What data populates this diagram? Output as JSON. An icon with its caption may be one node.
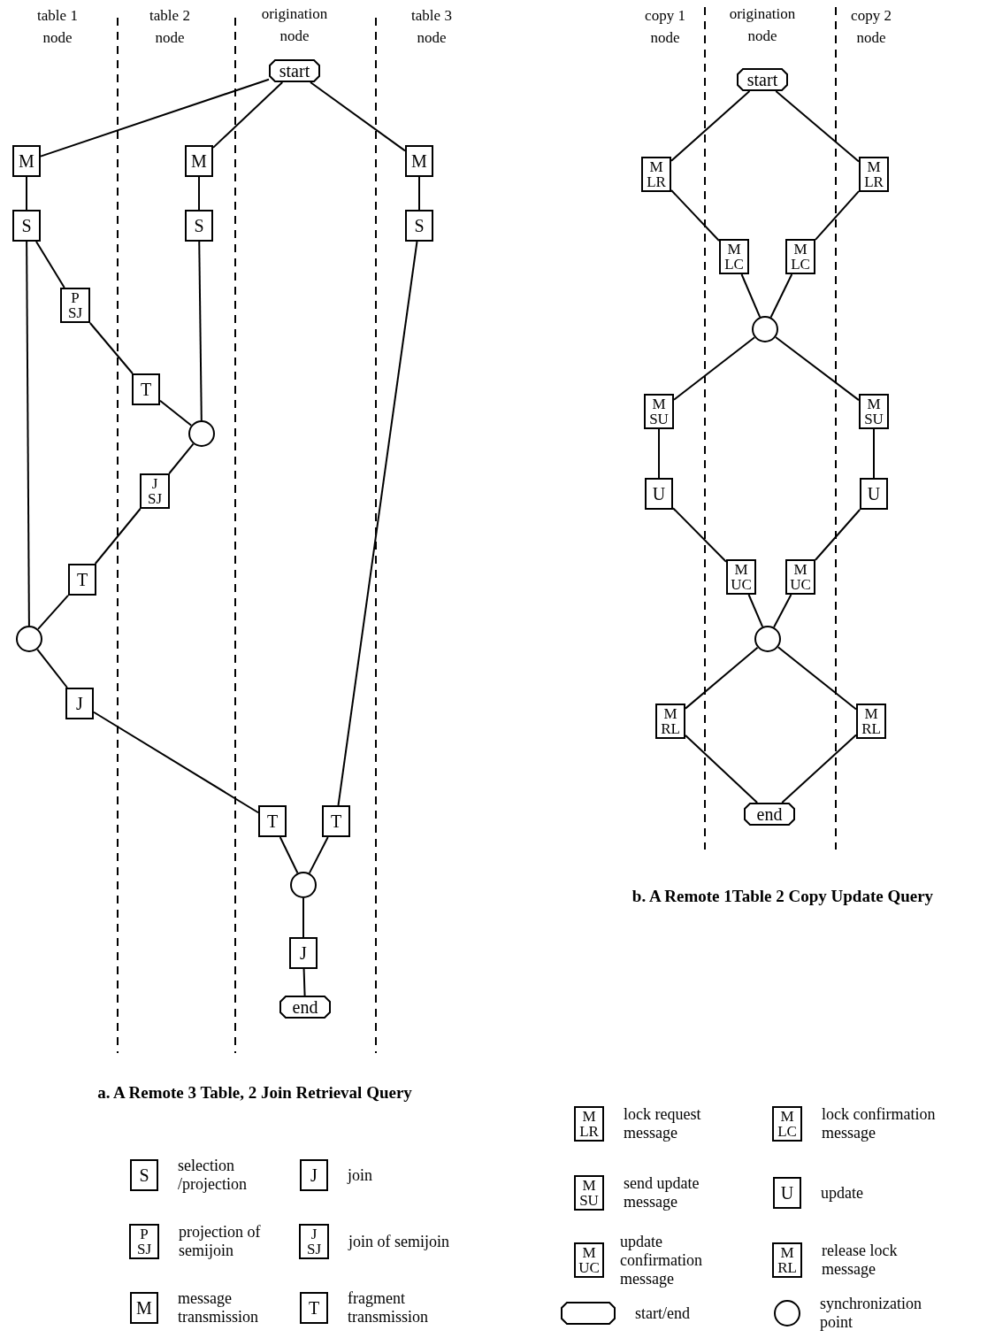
{
  "diagram": {
    "nodes": [
      {
        "text": [
          "start"
        ]
      },
      {
        "text": [
          "M"
        ]
      },
      {
        "text": [
          "M"
        ]
      },
      {
        "text": [
          "M"
        ]
      },
      {
        "text": [
          "S"
        ]
      },
      {
        "text": [
          "S"
        ]
      },
      {
        "text": [
          "S"
        ]
      },
      {
        "text": [
          "P",
          "SJ"
        ]
      },
      {
        "text": [
          "T"
        ]
      },
      {
        "text": [],
        "shape": "circle"
      },
      {
        "text": [
          "J",
          "SJ"
        ]
      },
      {
        "text": [
          "T"
        ]
      },
      {
        "text": [],
        "shape": "circle"
      },
      {
        "text": [
          "J"
        ]
      },
      {
        "text": [
          "T"
        ]
      },
      {
        "text": [
          "T"
        ]
      },
      {
        "text": [],
        "shape": "circle"
      },
      {
        "text": [
          "J"
        ]
      },
      {
        "text": [
          "end"
        ]
      },
      {
        "text": [
          "start"
        ]
      },
      {
        "text": [
          "M",
          "LR"
        ]
      },
      {
        "text": [
          "M",
          "LR"
        ]
      },
      {
        "text": [
          "M",
          "LC"
        ]
      },
      {
        "text": [
          "M",
          "LC"
        ]
      },
      {
        "text": [],
        "shape": "circle"
      },
      {
        "text": [
          "M",
          "SU"
        ]
      },
      {
        "text": [
          "M",
          "SU"
        ]
      },
      {
        "text": [
          "U"
        ]
      },
      {
        "text": [
          "U"
        ]
      },
      {
        "text": [
          "M",
          "UC"
        ]
      },
      {
        "text": [
          "M",
          "UC"
        ]
      },
      {
        "text": [],
        "shape": "circle"
      },
      {
        "text": [
          "M",
          "RL"
        ]
      },
      {
        "text": [
          "M",
          "RL"
        ]
      },
      {
        "text": [
          "end"
        ]
      },
      {
        "text": [
          "S"
        ],
        "beside": [
          "selection /projection"
        ]
      },
      {
        "text": [
          "J"
        ],
        "beside": [
          "join"
        ]
      },
      {
        "text": [
          "P",
          "SJ"
        ],
        "beside": [
          "projection of semijoin"
        ]
      },
      {
        "text": [
          "J",
          "SJ"
        ],
        "beside": [
          "join of semijoin"
        ]
      },
      {
        "text": [
          "M"
        ],
        "beside": [
          "message transmission"
        ]
      },
      {
        "text": [
          "T"
        ],
        "beside": [
          "fragment transmission"
        ]
      },
      {
        "text": [
          "M",
          "LR"
        ],
        "beside": [
          "lock request message"
        ]
      },
      {
        "text": [
          "M",
          "LC"
        ],
        "beside": [
          "lock confirmation message"
        ]
      },
      {
        "text": [
          "M",
          "SU"
        ],
        "beside": [
          "send update message"
        ]
      },
      {
        "text": [
          "U"
        ],
        "beside": [
          "update"
        ]
      },
      {
        "text": [
          "M",
          "UC"
        ],
        "beside": [
          "update confirmation message"
        ]
      },
      {
        "text": [
          "M",
          "RL"
        ],
        "beside": [
          "release lock message"
        ]
      },
      {
        "text": [],
        "shape": "octagon",
        "beside": [
          "start/end"
        ]
      },
      {
        "text": [],
        "shape": "circle",
        "beside": [
          "synchronization point"
        ]
      }
    ],
    "edges": [
      {
        "from": 0,
        "to": 1,
        "arrow": "none"
      },
      {
        "from": 0,
        "to": 2,
        "arrow": "none"
      },
      {
        "from": 0,
        "to": 3,
        "arrow": "none"
      },
      {
        "from": 1,
        "to": 4,
        "arrow": "none"
      },
      {
        "from": 2,
        "to": 5,
        "arrow": "none"
      },
      {
        "from": 3,
        "to": 6,
        "arrow": "none"
      },
      {
        "from": 4,
        "to": 7,
        "arrow": "none"
      },
      {
        "from": 4,
        "to": 12,
        "arrow": "none"
      },
      {
        "from": 7,
        "to": 8,
        "arrow": "none"
      },
      {
        "from": 8,
        "to": 9,
        "arrow": "none"
      },
      {
        "from": 5,
        "to": 9,
        "arrow": "none"
      },
      {
        "from": 9,
        "to": 10,
        "arrow": "none"
      },
      {
        "from": 10,
        "to": 11,
        "arrow": "none"
      },
      {
        "from": 11,
        "to": 12,
        "arrow": "none"
      },
      {
        "from": 12,
        "to": 13,
        "arrow": "none"
      },
      {
        "from": 13,
        "to": 14,
        "arrow": "none"
      },
      {
        "from": 6,
        "to": 15,
        "arrow": "none"
      },
      {
        "from": 14,
        "to": 16,
        "arrow": "none"
      },
      {
        "from": 15,
        "to": 16,
        "arrow": "none"
      },
      {
        "from": 16,
        "to": 17,
        "arrow": "none"
      },
      {
        "from": 17,
        "to": 18,
        "arrow": "none"
      },
      {
        "from": 19,
        "to": 20,
        "arrow": "none"
      },
      {
        "from": 19,
        "to": 21,
        "arrow": "none"
      },
      {
        "from": 20,
        "to": 22,
        "arrow": "none"
      },
      {
        "from": 21,
        "to": 23,
        "arrow": "none"
      },
      {
        "from": 22,
        "to": 24,
        "arrow": "none"
      },
      {
        "from": 23,
        "to": 24,
        "arrow": "none"
      },
      {
        "from": 24,
        "to": 25,
        "arrow": "none"
      },
      {
        "from": 24,
        "to": 26,
        "arrow": "none"
      },
      {
        "from": 25,
        "to": 27,
        "arrow": "none"
      },
      {
        "from": 26,
        "to": 28,
        "arrow": "none"
      },
      {
        "from": 27,
        "to": 29,
        "arrow": "none"
      },
      {
        "from": 28,
        "to": 30,
        "arrow": "none"
      },
      {
        "from": 29,
        "to": 31,
        "arrow": "none"
      },
      {
        "from": 30,
        "to": 31,
        "arrow": "none"
      },
      {
        "from": 31,
        "to": 32,
        "arrow": "none"
      },
      {
        "from": 31,
        "to": 33,
        "arrow": "none"
      },
      {
        "from": 32,
        "to": 34,
        "arrow": "none"
      },
      {
        "from": 33,
        "to": 34,
        "arrow": "none"
      }
    ],
    "labels": [
      "table 1 node",
      "table 2 node",
      "origination node",
      "table 3 node",
      "copy 1 node",
      "origination node",
      "copy 2 node",
      "b. A Remote 1Table 2 Copy Update Query",
      "a. A Remote 3 Table, 2 Join Retrieval Query"
    ]
  }
}
